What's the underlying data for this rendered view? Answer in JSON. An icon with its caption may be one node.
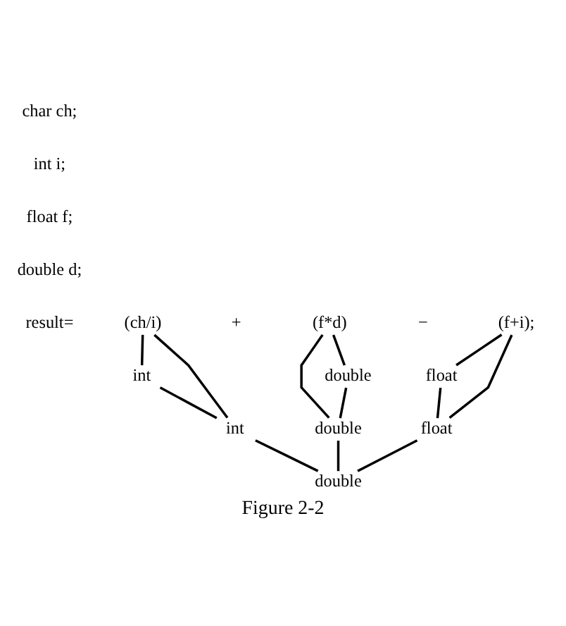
{
  "diagram": {
    "caption": "Figure 2-2",
    "nodes": [
      {
        "text": [
          "(ch/i)"
        ]
      },
      {
        "text": [
          "(f*d)"
        ]
      },
      {
        "text": [
          "(f+i);"
        ]
      },
      {
        "text": [
          "int"
        ]
      },
      {
        "text": [
          "double"
        ]
      },
      {
        "text": [
          "float"
        ]
      },
      {
        "text": [
          "int"
        ]
      },
      {
        "text": [
          "double"
        ]
      },
      {
        "text": [
          "float"
        ]
      },
      {
        "text": [
          "double"
        ]
      }
    ],
    "edges": [
      {
        "from": 0,
        "to": 3,
        "arrow": "none"
      },
      {
        "from": 0,
        "to": 6,
        "arrow": "none"
      },
      {
        "from": 3,
        "to": 6,
        "arrow": "none"
      },
      {
        "from": 1,
        "to": 4,
        "arrow": "none"
      },
      {
        "from": 1,
        "to": 7,
        "arrow": "none"
      },
      {
        "from": 4,
        "to": 7,
        "arrow": "none"
      },
      {
        "from": 2,
        "to": 5,
        "arrow": "none"
      },
      {
        "from": 2,
        "to": 8,
        "arrow": "none"
      },
      {
        "from": 5,
        "to": 8,
        "arrow": "none"
      },
      {
        "from": 6,
        "to": 9,
        "arrow": "none"
      },
      {
        "from": 7,
        "to": 9,
        "arrow": "none"
      },
      {
        "from": 8,
        "to": 9,
        "arrow": "none"
      }
    ],
    "labels": [
      "char ch;",
      "int i;",
      "float f;",
      "double d;",
      "result=",
      "+",
      "−"
    ]
  }
}
